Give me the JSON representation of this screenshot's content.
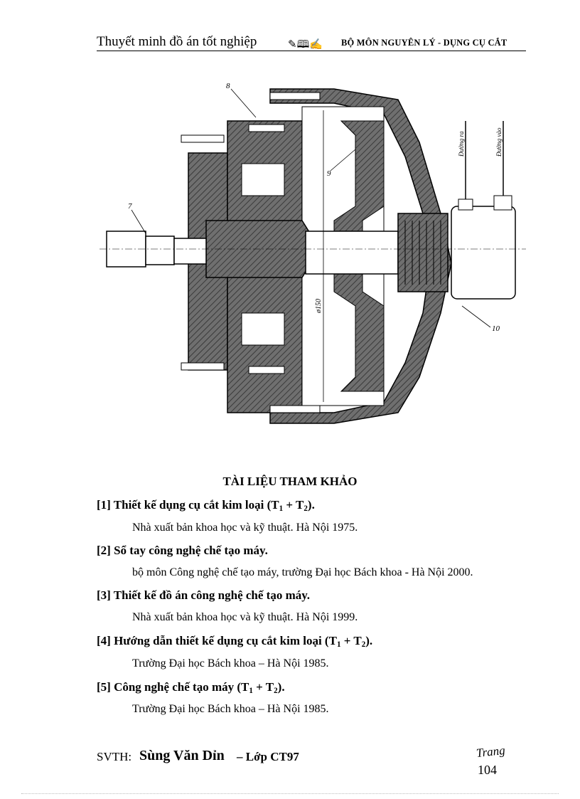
{
  "header": {
    "left": "Thuyết minh đồ án tốt nghiệp",
    "ornament": "✎🕮✍",
    "right": "BỘ MÔN NGUYÊN LÝ - DỤNG CỤ CẮT"
  },
  "drawing": {
    "labels": [
      "8",
      "7",
      "9",
      "10"
    ],
    "dimension": "ø150",
    "port_out": "Đường ra",
    "port_in": "Đường vào"
  },
  "references": {
    "title": "TÀI LIỆU THAM KHẢO",
    "items": [
      {
        "num": "[1]",
        "title": "Thiết kế dụng cụ cắt kim loại (T",
        "detail": "Nhà xuất bản khoa học và kỹ thuật. Hà Nội 1975."
      },
      {
        "num": "[2]",
        "title": "Sổ tay công nghệ chế tạo máy.",
        "detail": "bộ môn Công nghệ chế tạo máy, trường Đại học Bách khoa - Hà Nội 2000."
      },
      {
        "num": "[3]",
        "title": "Thiết kế đồ án công nghệ chế tạo máy.",
        "detail": "Nhà xuất bản khoa học và kỹ thuật. Hà Nội 1999."
      },
      {
        "num": "[4]",
        "title": "Hướng dẫn thiết kế dụng cụ cắt kim loại (T",
        "detail": "Trường Đại học Bách khoa – Hà Nội 1985."
      },
      {
        "num": "[5]",
        "title": "Công nghệ chế tạo máy (T",
        "detail": "Trường Đại học Bách khoa – Hà Nội 1985."
      }
    ],
    "sub1": "1",
    "plus": " + T",
    "sub2": "2",
    "close": ")."
  },
  "footer": {
    "svth": "SVTH:",
    "name": "Sùng Văn Dỉn",
    "class": "– Lớp CT97",
    "trang": "Trang",
    "page": "104"
  }
}
